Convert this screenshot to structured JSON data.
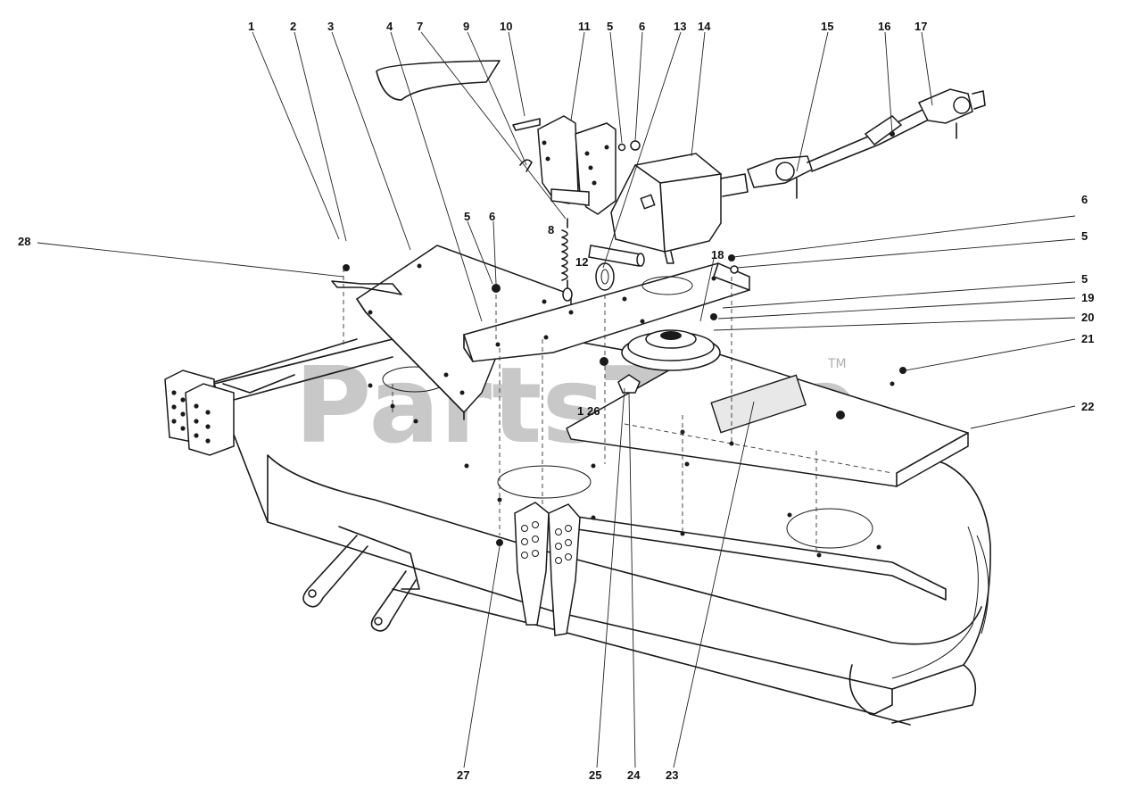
{
  "watermark": {
    "text": "PartsTree",
    "tm": "TM"
  },
  "callouts": [
    {
      "id": "c1",
      "label": "1"
    },
    {
      "id": "c2",
      "label": "2"
    },
    {
      "id": "c3",
      "label": "3"
    },
    {
      "id": "c4",
      "label": "4"
    },
    {
      "id": "c7",
      "label": "7"
    },
    {
      "id": "c9",
      "label": "9"
    },
    {
      "id": "c10",
      "label": "10"
    },
    {
      "id": "c11",
      "label": "11"
    },
    {
      "id": "c5a",
      "label": "5"
    },
    {
      "id": "c6a",
      "label": "6"
    },
    {
      "id": "c13",
      "label": "13"
    },
    {
      "id": "c14",
      "label": "14"
    },
    {
      "id": "c15",
      "label": "15"
    },
    {
      "id": "c16",
      "label": "16"
    },
    {
      "id": "c17",
      "label": "17"
    },
    {
      "id": "c28",
      "label": "28"
    },
    {
      "id": "c5b",
      "label": "5"
    },
    {
      "id": "c6b",
      "label": "6"
    },
    {
      "id": "c8",
      "label": "8"
    },
    {
      "id": "c12",
      "label": "12"
    },
    {
      "id": "c18",
      "label": "18"
    },
    {
      "id": "c6c",
      "label": "6"
    },
    {
      "id": "c5c",
      "label": "5"
    },
    {
      "id": "c5d",
      "label": "5"
    },
    {
      "id": "c19",
      "label": "19"
    },
    {
      "id": "c20",
      "label": "20"
    },
    {
      "id": "c21",
      "label": "21"
    },
    {
      "id": "c1b",
      "label": "1"
    },
    {
      "id": "c26",
      "label": "26"
    },
    {
      "id": "c22",
      "label": "22"
    },
    {
      "id": "c27",
      "label": "27"
    },
    {
      "id": "c25",
      "label": "25"
    },
    {
      "id": "c24",
      "label": "24"
    },
    {
      "id": "c23",
      "label": "23"
    }
  ]
}
